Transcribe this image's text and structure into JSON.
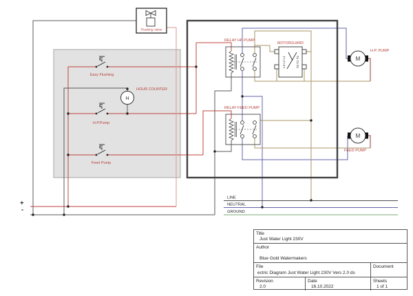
{
  "colors": {
    "label_red": "#b5443c",
    "wire_red": "#c0433c",
    "wire_pink": "#d99a94",
    "wire_dark": "#5a5a5a",
    "wire_blue": "#6161a8",
    "wire_green": "#7ba87b",
    "wire_tan": "#aa9565",
    "wire_maroon": "#8a3c34",
    "panel_fill": "#e2e2e2",
    "box_border": "#3f3f3f",
    "text_dark": "#222222"
  },
  "labels": {
    "flushing_valve": "Flushing Valve",
    "easy_flushing": "Easy Flushing",
    "hour_counter": "HOUR COUNTER",
    "hour_counter_symbol": "H",
    "hp_pump_switch": "H.P.Pump",
    "feed_pump_switch": "Feed Pump",
    "relay_hp": "RELAY HP PUMP",
    "motorguard": "MOTORGUARD",
    "motorguard_left_pins": "L3 L2 L1",
    "motorguard_right_pins": "T3 T2 T1",
    "relay_feed": "RELAY FEED PUMP",
    "hp_pump": "H.P. PUMP",
    "feed_pump": "FEED PUMP",
    "motor_symbol": "M",
    "line": "LINE",
    "neutral": "NEUTRAL",
    "ground": "GROUND",
    "plus": "+",
    "minus": "-"
  },
  "title_block": {
    "title_label": "Title",
    "title_value": "Just Water Light 230V",
    "author_label": "Author",
    "author_value": "Blue Gold Watermakers",
    "file_label": "File",
    "file_value": "ectric Diagram Just Water Light 230V Vers 2.0 ds",
    "document_label": "Document",
    "revision_label": "Revision",
    "revision_value": "2.0",
    "date_label": "Date",
    "date_value": "16.10.2022",
    "sheets_label": "Sheets",
    "sheets_value": "1 of 1"
  }
}
